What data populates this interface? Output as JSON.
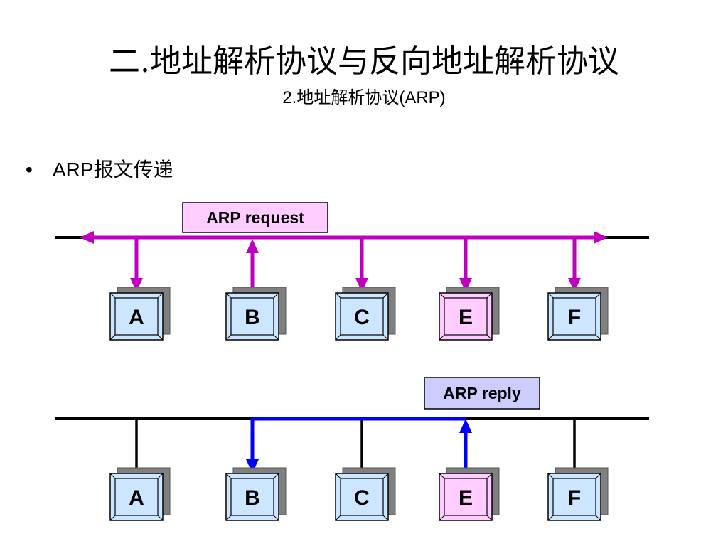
{
  "title": "二.地址解析协议与反向地址解析协议",
  "subtitle": "2.地址解析协议(ARP)",
  "bullet": {
    "marker": "•",
    "text": "ARP报文传递"
  },
  "request_scene": {
    "label": "ARP request",
    "color": "#c000c0",
    "label_fill": "#ffccff",
    "nodes": [
      "A",
      "B",
      "C",
      "E",
      "F"
    ],
    "sender": "B"
  },
  "reply_scene": {
    "label": "ARP reply",
    "color": "#0000ff",
    "label_fill": "#ccccff",
    "nodes": [
      "A",
      "B",
      "C",
      "E",
      "F"
    ],
    "sender": "E",
    "receiver": "B"
  },
  "node_colors": {
    "default": "#cce6ff",
    "highlight": "#ffccff",
    "highlight_node": "E"
  }
}
